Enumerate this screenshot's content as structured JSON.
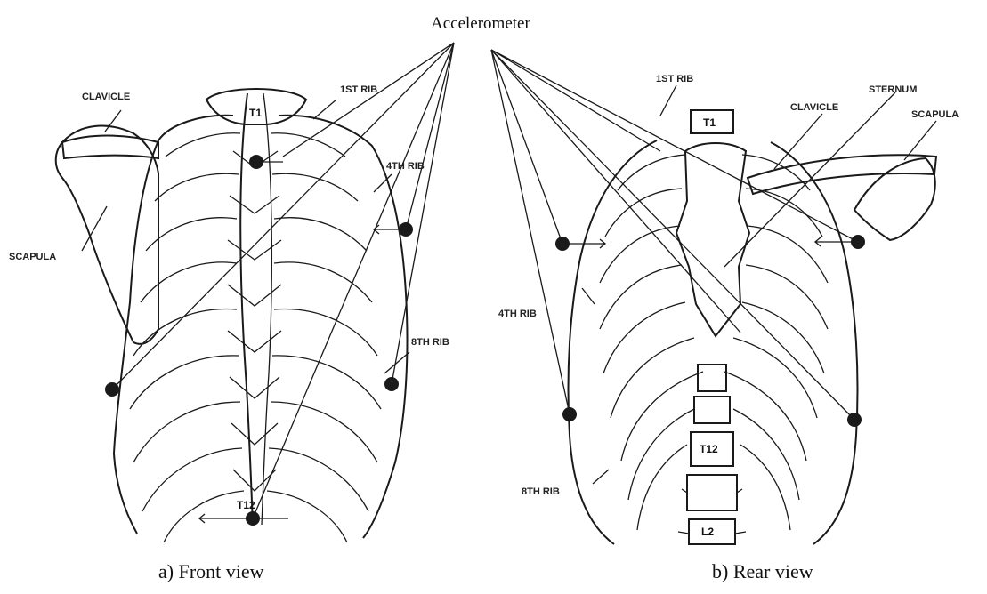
{
  "accelerometer_label": "Accelerometer",
  "front_view": {
    "caption": "a) Front view",
    "labels": {
      "clavicle": "CLAVICLE",
      "first_rib": "1ST RIB",
      "fourth_rib": "4TH RIB",
      "eighth_rib": "8TH RIB",
      "scapula": "SCAPULA",
      "t1": "T1",
      "t12": "T12"
    }
  },
  "rear_view": {
    "caption": "b) Rear view",
    "labels": {
      "first_rib": "1ST RIB",
      "clavicle": "CLAVICLE",
      "sternum": "STERNUM",
      "scapula": "SCAPULA",
      "fourth_rib": "4TH RIB",
      "eighth_rib": "8TH RIB",
      "t1": "T1",
      "t12": "T12",
      "l2": "L2"
    }
  }
}
